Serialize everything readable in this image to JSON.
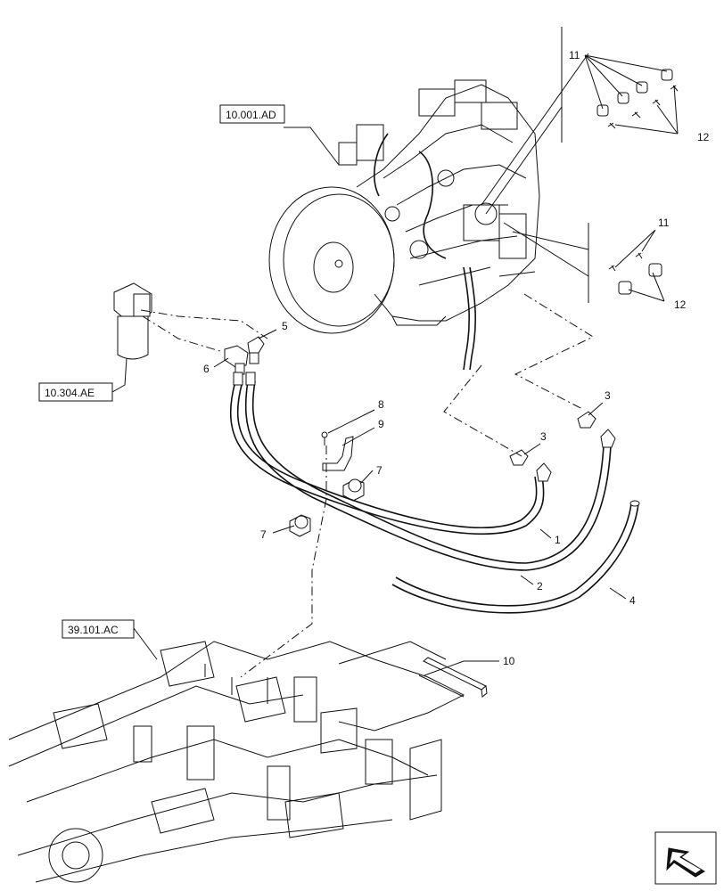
{
  "references": {
    "engine": "10.001.AD",
    "filter": "10.304.AE",
    "frame": "39.101.AC"
  },
  "callouts": {
    "n1": "1",
    "n2": "2",
    "n3a": "3",
    "n3b": "3",
    "n4": "4",
    "n5": "5",
    "n6": "6",
    "n7a": "7",
    "n7b": "7",
    "n8": "8",
    "n9": "9",
    "n10": "10",
    "n11a": "11",
    "n11b": "11",
    "n12a": "12",
    "n12b": "12"
  },
  "icons": {
    "nav": "arrow-icon"
  }
}
